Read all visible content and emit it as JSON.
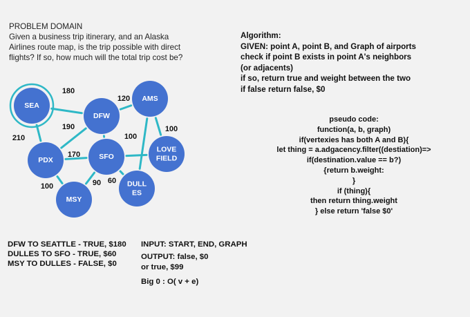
{
  "problem": {
    "title": "PROBLEM DOMAIN",
    "lines": [
      "Given a business trip itinerary, and an Alaska",
      "Airlines route map, is the trip possible with direct",
      "flights? If so, how much will the total trip cost be?"
    ]
  },
  "algorithm": {
    "lines": [
      "Algorithm:",
      "GIVEN: point A, point B, and Graph of airports",
      "check if point B exists in point A's neighbors",
      "(or adjacents)",
      "if so, return true and weight between the two",
      "if false return false, $0"
    ]
  },
  "pseudo": {
    "lines": [
      "pseudo code:",
      "function(a, b, graph)",
      "if(vertexies has both A and B){",
      "let thing = a.adgacency.filter((destiation)=>",
      "if(destination.value == b?)",
      "{return b.weight:",
      "}",
      "if (thing){",
      "then return thing.weight",
      "} else return 'false $0'"
    ]
  },
  "results": {
    "lines": [
      "DFW TO SEATTLE - TRUE, $180",
      "DULLES TO SFO - TRUE, $60",
      "MSY TO DULLES - FALSE, $0"
    ]
  },
  "io": {
    "input": "INPUT: START, END, GRAPH",
    "output1": "OUTPUT: false, $0",
    "output2": "or true, $99",
    "bigo": "Big 0 : O( v + e)"
  },
  "graph": {
    "node_color": "#4472d0",
    "edge_color": "#2eb8c6",
    "nodes": [
      {
        "id": "SEA",
        "label": [
          "SEA"
        ]
      },
      {
        "id": "DFW",
        "label": [
          "DFW"
        ]
      },
      {
        "id": "AMS",
        "label": [
          "AMS"
        ]
      },
      {
        "id": "PDX",
        "label": [
          "PDX"
        ]
      },
      {
        "id": "SFO",
        "label": [
          "SFO"
        ]
      },
      {
        "id": "LOVE",
        "label": [
          "LOVE",
          "FIELD"
        ]
      },
      {
        "id": "MSY",
        "label": [
          "MSY"
        ]
      },
      {
        "id": "DULLES",
        "label": [
          "DULL",
          "ES"
        ]
      }
    ],
    "edges": [
      {
        "from": "SEA",
        "to": "DFW",
        "label": "180"
      },
      {
        "from": "DFW",
        "to": "AMS",
        "label": "120"
      },
      {
        "from": "SEA",
        "to": "PDX",
        "label": "210"
      },
      {
        "from": "PDX",
        "to": "DFW",
        "label": "190"
      },
      {
        "from": "DFW",
        "to": "SFO",
        "label": "100"
      },
      {
        "from": "AMS",
        "to": "LOVE",
        "label": "100"
      },
      {
        "from": "PDX",
        "to": "SFO",
        "label": "170"
      },
      {
        "from": "AMS",
        "to": "DULLES",
        "label": ""
      },
      {
        "from": "SFO",
        "to": "LOVE",
        "label": ""
      },
      {
        "from": "PDX",
        "to": "MSY",
        "label": "100"
      },
      {
        "from": "SFO",
        "to": "MSY",
        "label": "90"
      },
      {
        "from": "SFO",
        "to": "DULLES",
        "label": "60"
      }
    ]
  }
}
